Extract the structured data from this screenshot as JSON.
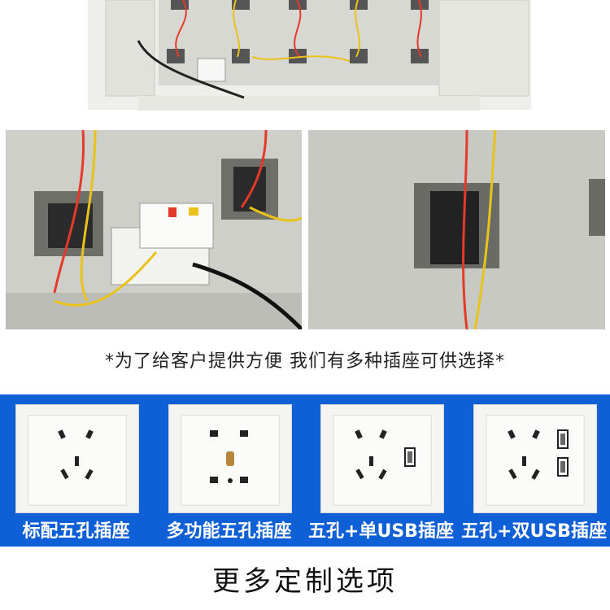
{
  "notice_text": "*为了给客户提供方便 我们有多种插座可供选择*",
  "sockets": [
    {
      "label": "标配五孔插座"
    },
    {
      "label": "多功能五孔插座"
    },
    {
      "label": "五孔+单USB插座"
    },
    {
      "label": "五孔+双USB插座"
    }
  ],
  "bottom_heading": "更多定制选项",
  "colors": {
    "band_blue": "#0f5fd6",
    "wire_red": "#e5392a",
    "wire_yellow": "#e9c21a",
    "panel_grey": "#cfcfc9"
  }
}
